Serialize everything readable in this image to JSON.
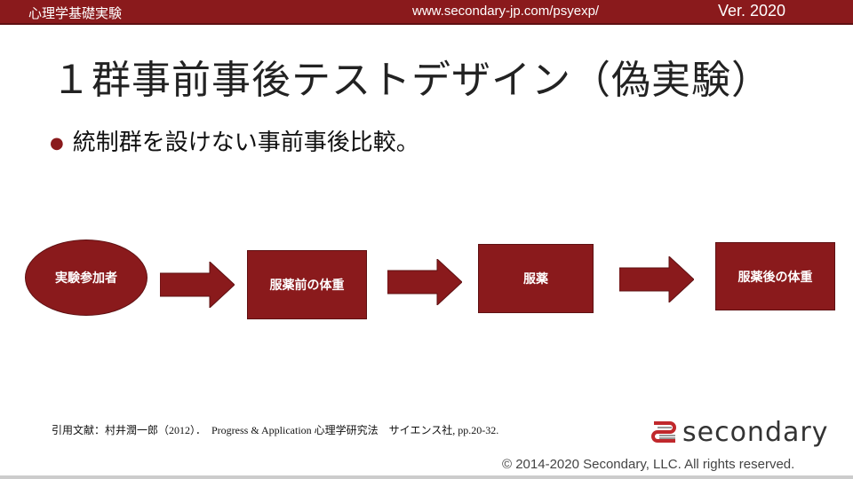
{
  "header": {
    "course": "心理学基礎実験",
    "url": "www.secondary-jp.com/psyexp/",
    "version": "Ver. 2020"
  },
  "title": "１群事前事後テストデザイン（偽実験）",
  "bullet": "統制群を設けない事前事後比較。",
  "flow": {
    "participants": "実験参加者",
    "step1": "服薬前の体重",
    "step2": "服薬",
    "step3": "服薬後の体重"
  },
  "citation": "引用文献：村井潤一郎（2012）．　Progress & Application 心理学研究法　サイエンス社, pp.20-32.",
  "logo": {
    "text": "secondary"
  },
  "copyright": "© 2014-2020 Secondary, LLC. All rights reserved.",
  "colors": {
    "accent": "#8a1a1c"
  }
}
